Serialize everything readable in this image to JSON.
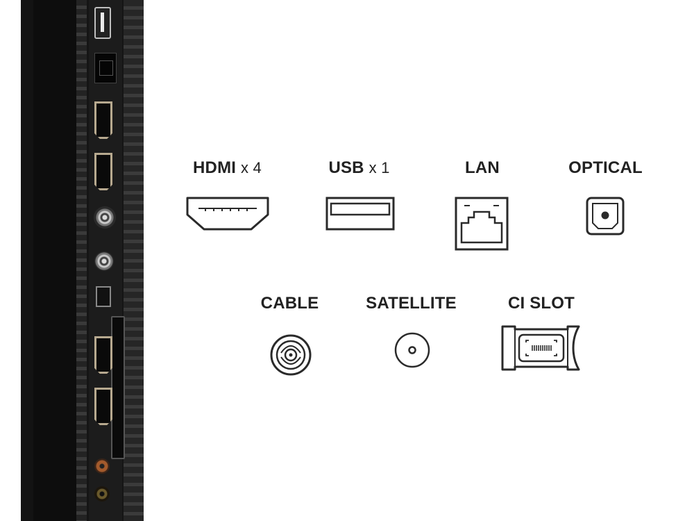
{
  "ports_row1": [
    {
      "name": "HDMI",
      "multiplier": "x 4",
      "icon": "hdmi-icon"
    },
    {
      "name": "USB",
      "multiplier": "x 1",
      "icon": "usb-icon"
    },
    {
      "name": "LAN",
      "multiplier": "",
      "icon": "lan-icon"
    },
    {
      "name": "OPTICAL",
      "multiplier": "",
      "icon": "optical-icon"
    }
  ],
  "ports_row2": [
    {
      "name": "CABLE",
      "icon": "coax-icon"
    },
    {
      "name": "SATELLITE",
      "icon": "satellite-icon"
    },
    {
      "name": "CI SLOT",
      "icon": "ci-slot-icon"
    }
  ],
  "colors": {
    "icon_stroke": "#2a2a2a",
    "label": "#222222",
    "panel": "#151515"
  }
}
